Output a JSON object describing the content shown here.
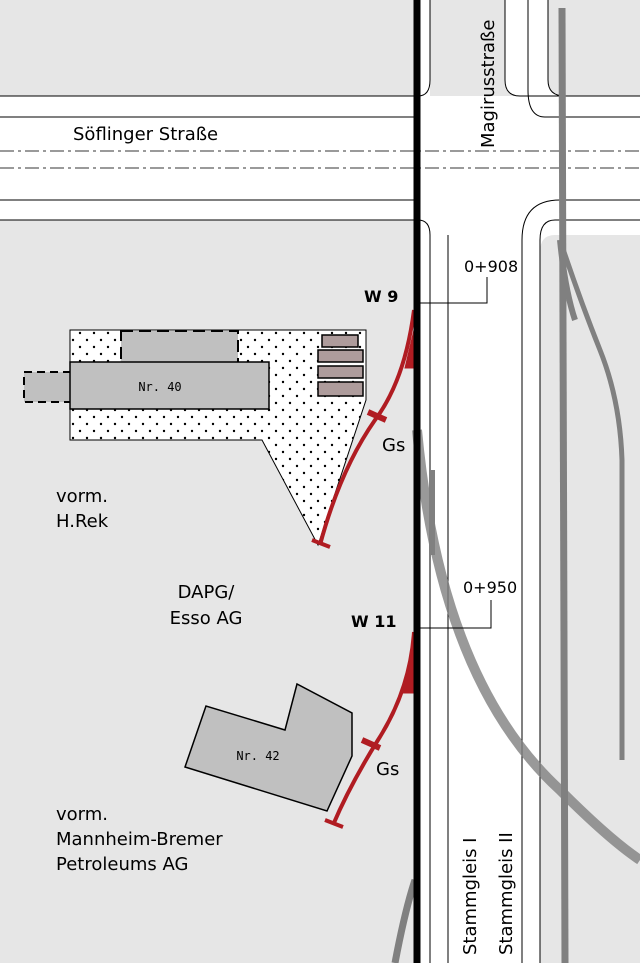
{
  "streets": {
    "soeflinger": "Söflinger Straße",
    "magirus": "Magirusstraße"
  },
  "buildings": {
    "nr40": "Nr. 40",
    "nr42": "Nr. 42"
  },
  "turnouts": {
    "w9": "W 9",
    "w11": "W 11"
  },
  "chainage": {
    "km_908": "0+908",
    "km_950": "0+950"
  },
  "sidings": {
    "gs_upper": "Gs",
    "gs_lower": "Gs"
  },
  "tracks": {
    "stammgleis_1": "Stammgleis I",
    "stammgleis_2": "Stammgleis II"
  },
  "areas": {
    "rek_line1": "vorm.",
    "rek_line2": "H.Rek",
    "dapg_line1": "DAPG/",
    "dapg_line2": "Esso AG",
    "mb_line1": "vorm.",
    "mb_line2": "Mannheim-Bremer",
    "mb_line3": "Petroleums AG"
  },
  "colors": {
    "ground": "#e6e6e6",
    "road": "#ffffff",
    "building": "#c0c0c0",
    "siding": "#b01c22",
    "mainTrack": "#000000",
    "oldTrack": "#808080",
    "tank": "#ae9c9c"
  }
}
